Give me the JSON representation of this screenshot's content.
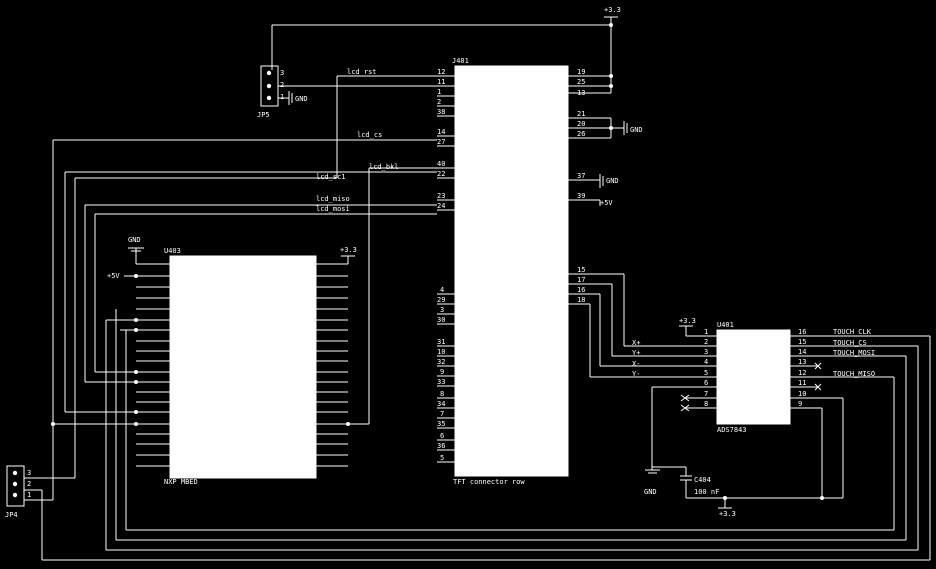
{
  "power": {
    "v33": "+3.3",
    "v5": "+5V",
    "gnd": "GND"
  },
  "jp5": {
    "ref": "JP5",
    "pins": [
      "3",
      "2",
      "1"
    ]
  },
  "jp4": {
    "ref": "JP4",
    "pins": [
      "3",
      "2",
      "1"
    ]
  },
  "j401": {
    "ref": "J401",
    "name": "TFT connector row",
    "left_pins": [
      "12",
      "11",
      "1",
      "2",
      "38",
      "14",
      "27",
      "40",
      "22",
      "23",
      "24",
      "4",
      "29",
      "3",
      "30",
      "31",
      "10",
      "32",
      "9",
      "33",
      "8",
      "34",
      "7",
      "35",
      "6",
      "36",
      "5"
    ],
    "right_pins": [
      "19",
      "25",
      "13",
      "21",
      "20",
      "26",
      "37",
      "39",
      "15",
      "17",
      "16",
      "18"
    ]
  },
  "u403": {
    "ref": "U403",
    "name": "NXP MBED"
  },
  "u401": {
    "ref": "U401",
    "name": "ADS7843",
    "left_pins": [
      "1",
      "2",
      "3",
      "4",
      "5",
      "6",
      "7",
      "8"
    ],
    "right_pins": [
      "16",
      "15",
      "14",
      "13",
      "12",
      "11",
      "10",
      "9"
    ]
  },
  "c404": {
    "ref": "C404",
    "value": "100 nF"
  },
  "nets": {
    "lcd_rst": "lcd_rst",
    "lcd_cs": "lcd_cs",
    "lcd_bkl": "lcd_bkl",
    "lcd_sc1": "lcd_sc1",
    "lcd_miso": "lcd_miso",
    "lcd_mosi": "lcd_mosi",
    "xp": "X+",
    "yp": "Y+",
    "xm": "X-",
    "ym": "Y-",
    "touch_clk": "TOUCH_CLK",
    "touch_cs": "TOUCH_CS",
    "touch_mosi": "TOUCH_MOSI",
    "touch_miso": "TOUCH_MISO"
  }
}
